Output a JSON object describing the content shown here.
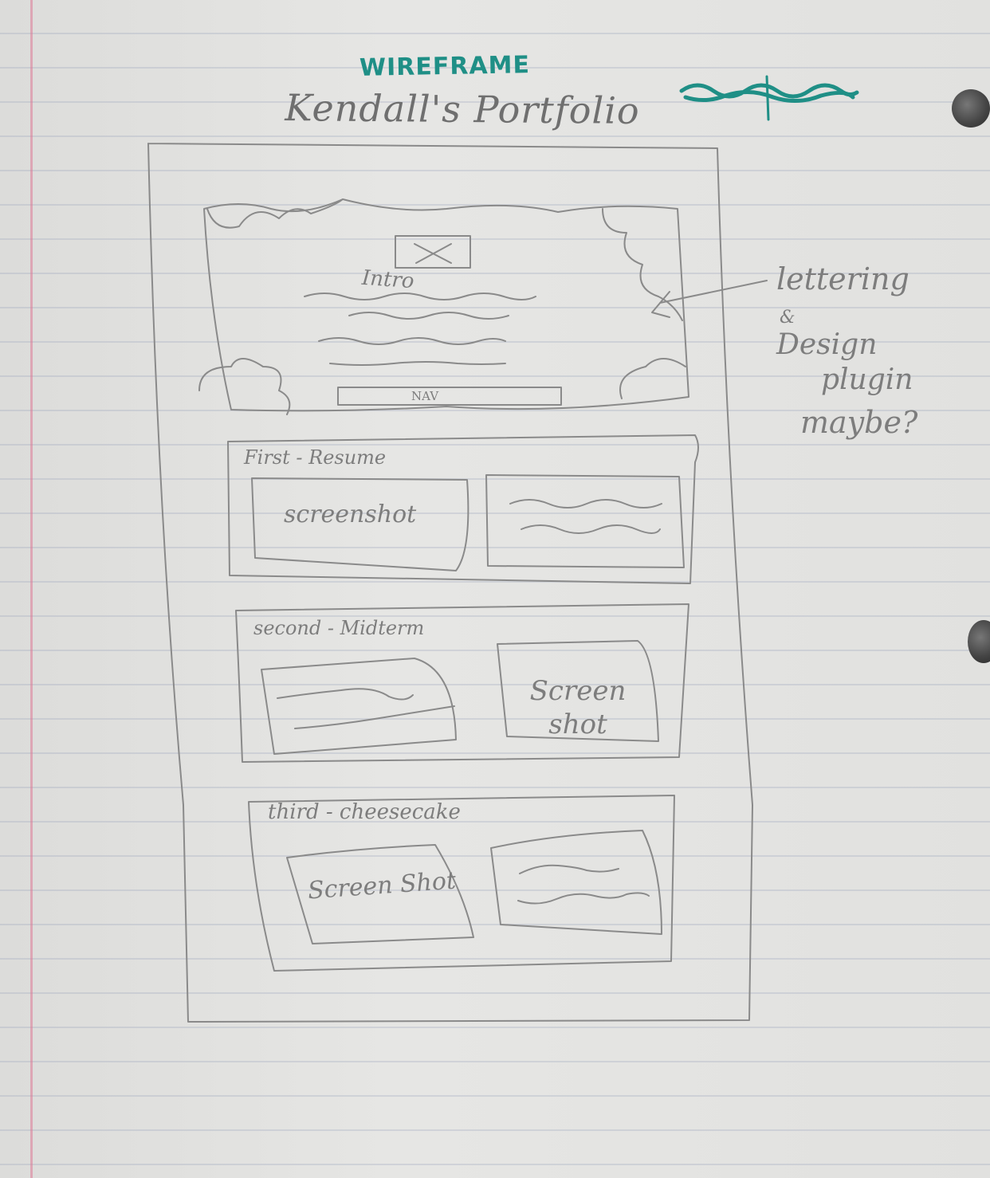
{
  "title": "WIREFRAME",
  "subtitle": "Kendall's Portfolio",
  "hero": {
    "intro_label": "Intro",
    "nav_label": "NAV"
  },
  "annotation": {
    "lines": [
      "lettering",
      "&",
      "Design",
      "plugin",
      "maybe?"
    ]
  },
  "sections": [
    {
      "label": "First - Resume",
      "screenshot_label": "screenshot"
    },
    {
      "label": "second - Midterm",
      "screenshot_label": "Screen shot"
    },
    {
      "label": "third - cheesecake",
      "screenshot_label": "Screen Shot"
    }
  ],
  "colors": {
    "pen": "#1f8f86",
    "pencil": "#7b7b7b",
    "paper": "#e4e4e2",
    "margin_line": "#dc7896"
  }
}
